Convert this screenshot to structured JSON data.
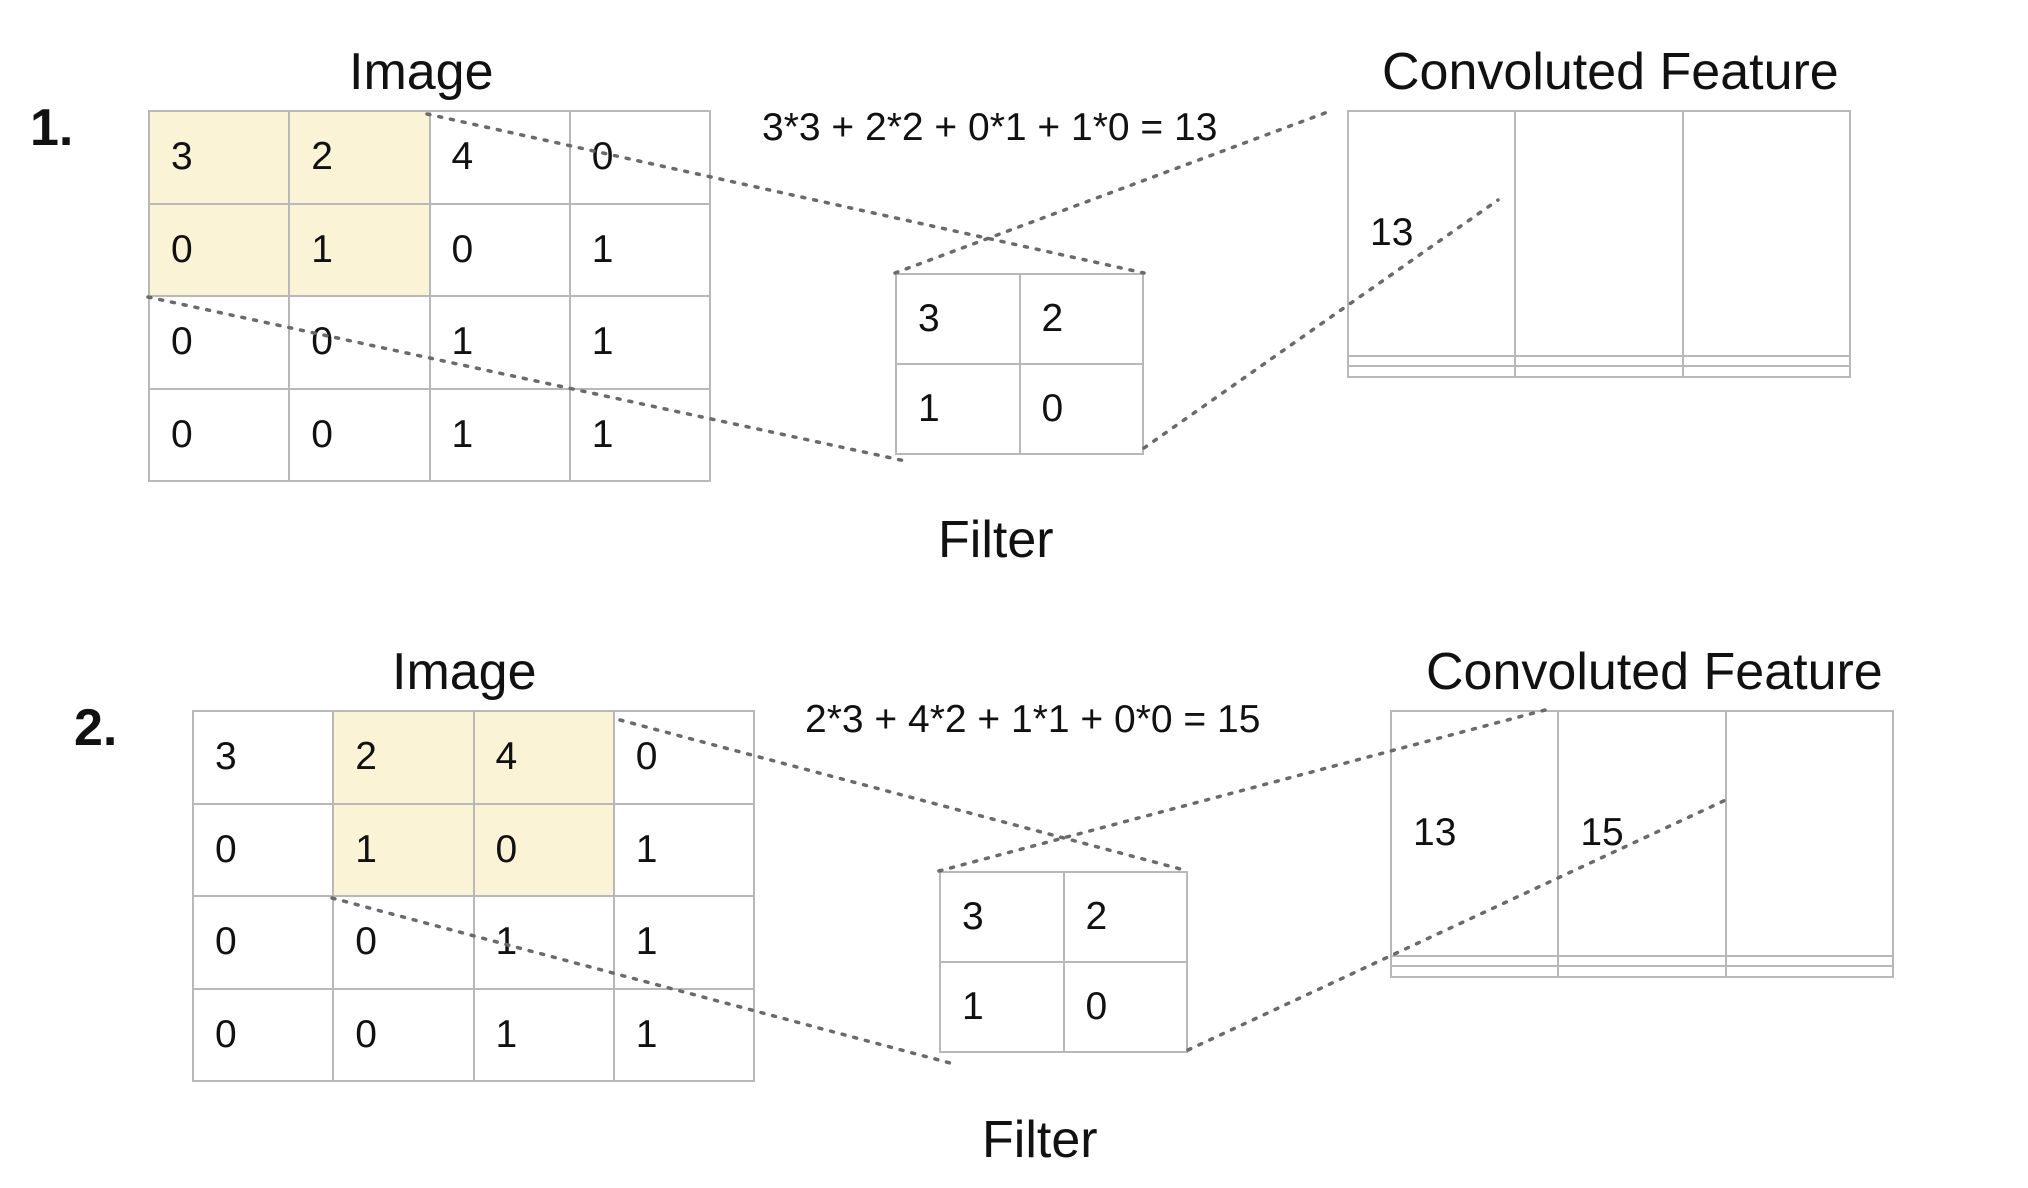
{
  "panels": [
    {
      "step": "1.",
      "image": {
        "title": "Image",
        "rows": [
          [
            "3",
            "2",
            "4",
            "0"
          ],
          [
            "0",
            "1",
            "0",
            "1"
          ],
          [
            "0",
            "0",
            "1",
            "1"
          ],
          [
            "0",
            "0",
            "1",
            "1"
          ]
        ],
        "highlight_window": {
          "row": 0,
          "col": 0,
          "size": 2
        }
      },
      "equation": "3*3 + 2*2 + 0*1 + 1*0 = 13",
      "filter": {
        "title": "Filter",
        "rows": [
          [
            "3",
            "2"
          ],
          [
            "1",
            "0"
          ]
        ]
      },
      "feature": {
        "title": "Convoluted Feature",
        "rows": [
          [
            "13",
            "",
            ""
          ],
          [
            "",
            "",
            ""
          ],
          [
            "",
            "",
            ""
          ]
        ],
        "active_cell": {
          "row": 0,
          "col": 0
        }
      }
    },
    {
      "step": "2.",
      "image": {
        "title": "Image",
        "rows": [
          [
            "3",
            "2",
            "4",
            "0"
          ],
          [
            "0",
            "1",
            "0",
            "1"
          ],
          [
            "0",
            "0",
            "1",
            "1"
          ],
          [
            "0",
            "0",
            "1",
            "1"
          ]
        ],
        "highlight_window": {
          "row": 0,
          "col": 1,
          "size": 2
        }
      },
      "equation": "2*3 + 4*2 + 1*1 + 0*0 = 15",
      "filter": {
        "title": "Filter",
        "rows": [
          [
            "3",
            "2"
          ],
          [
            "1",
            "0"
          ]
        ]
      },
      "feature": {
        "title": "Convoluted Feature",
        "rows": [
          [
            "13",
            "15",
            ""
          ],
          [
            "",
            "",
            ""
          ],
          [
            "",
            "",
            ""
          ]
        ],
        "active_cell": {
          "row": 0,
          "col": 1
        }
      }
    }
  ],
  "colors": {
    "highlight": "#fbf3d6",
    "grid_line": "#b8b8b8",
    "connector": "#6a6a6a"
  }
}
